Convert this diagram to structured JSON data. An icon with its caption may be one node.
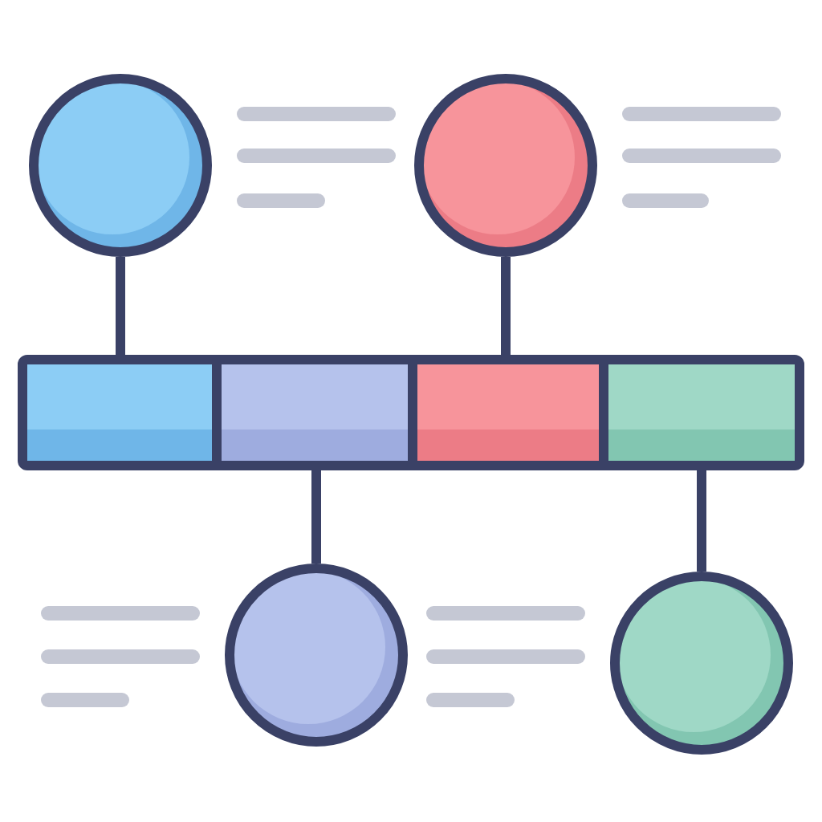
{
  "diagram": {
    "nodes": [
      {
        "text": [],
        "shape": "circle"
      },
      {
        "text": [],
        "shape": "circle"
      },
      {
        "text": [],
        "shape": "bar"
      },
      {
        "text": [],
        "shape": "box",
        "in": 2
      },
      {
        "text": [],
        "shape": "box",
        "in": 2
      },
      {
        "text": [],
        "shape": "box",
        "in": 2
      },
      {
        "text": [],
        "shape": "box",
        "in": 2
      },
      {
        "text": [],
        "shape": "circle"
      },
      {
        "text": [],
        "shape": "circle"
      }
    ],
    "edges": [
      {
        "from": 0,
        "to": 3,
        "arrow": "none"
      },
      {
        "from": 1,
        "to": 5,
        "arrow": "none"
      },
      {
        "from": 4,
        "to": 7,
        "arrow": "none"
      },
      {
        "from": 6,
        "to": 8,
        "arrow": "none"
      }
    ]
  }
}
